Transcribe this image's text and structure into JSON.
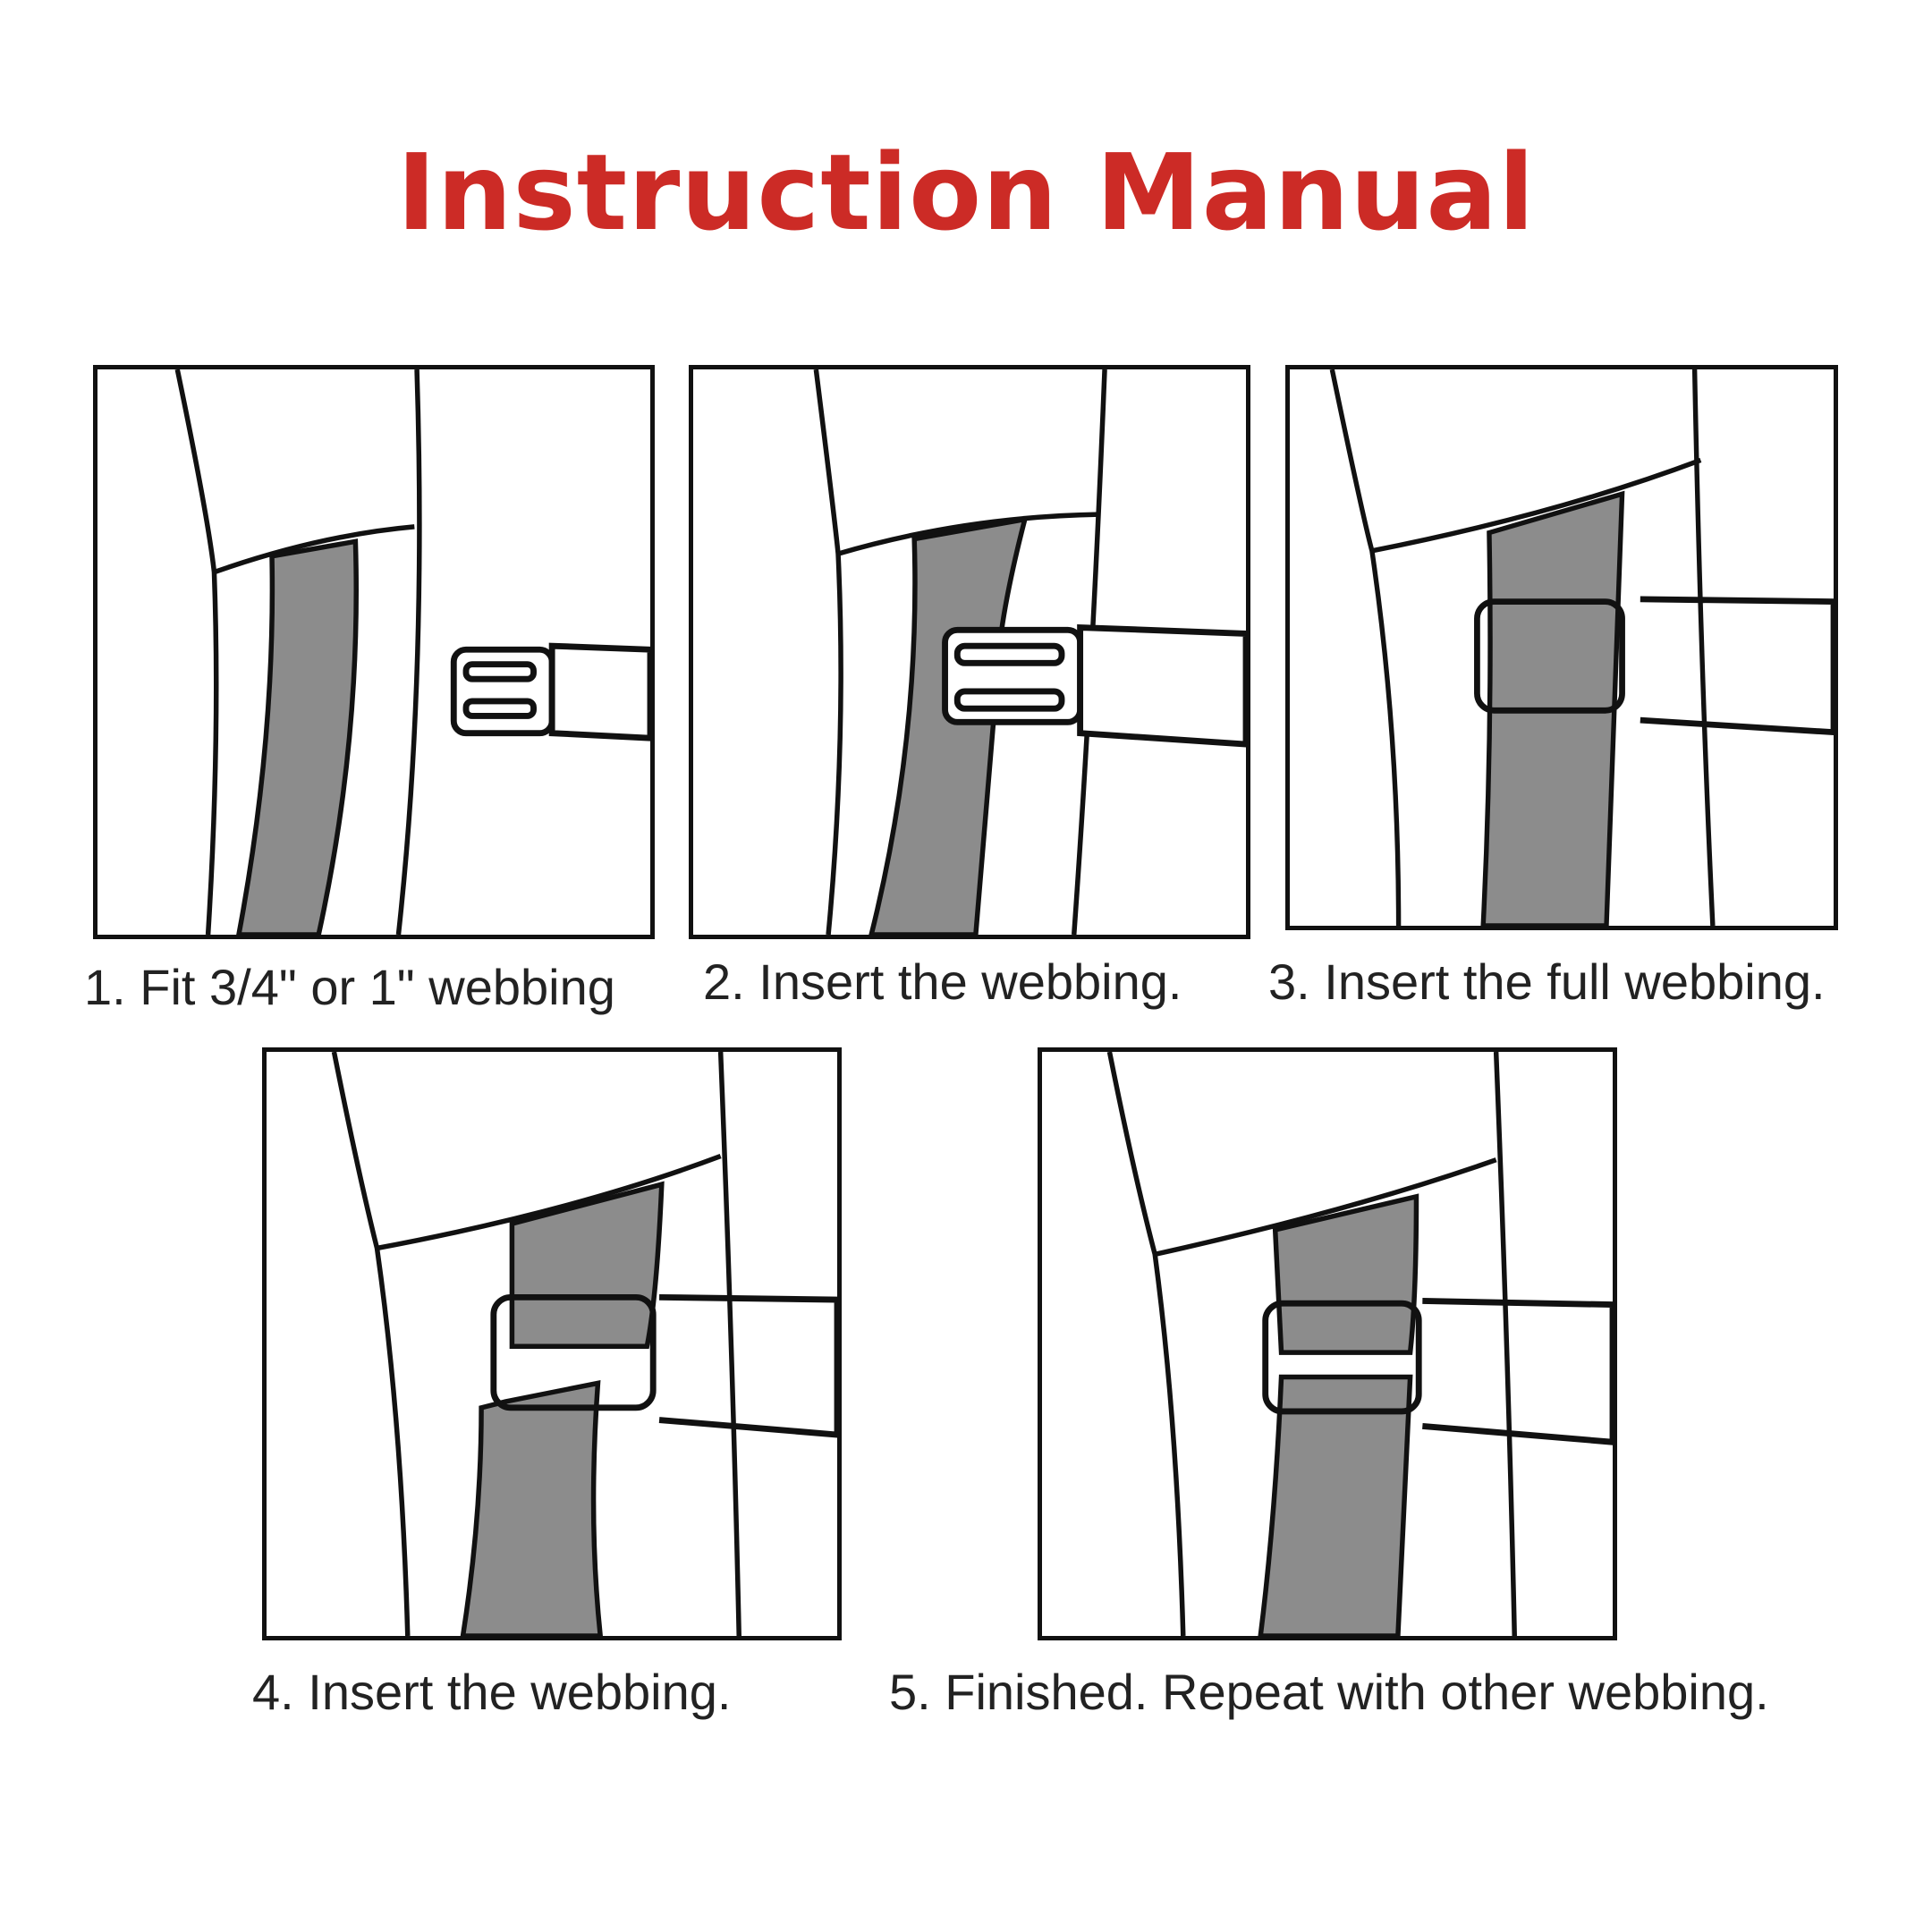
{
  "title": "Instruction Manual",
  "accent_color": "#cc2b26",
  "steps": [
    {
      "caption": "1. Fit 3/4\" or 1\" webbing"
    },
    {
      "caption": "2. Insert the webbing."
    },
    {
      "caption": "3. Insert the full webbing."
    },
    {
      "caption": "4. Insert the webbing."
    },
    {
      "caption": "5. Finished. Repeat with other webbing."
    }
  ]
}
